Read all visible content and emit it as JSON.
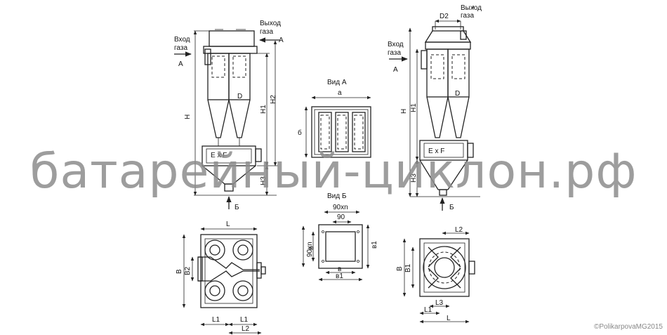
{
  "labels": {
    "gas_inlet": [
      "Вход",
      "газа"
    ],
    "gas_outlet": [
      "Выход",
      "газа"
    ],
    "arrow_a": "А",
    "arrow_b": "Б",
    "view_a": "Вид А",
    "view_b": "Вид Б",
    "dim_H": "Н",
    "dim_H1": "Н1",
    "dim_H2": "Н2",
    "dim_H3": "Н3",
    "dim_D": "D",
    "dim_D2": "D2",
    "dim_ExF": "E х F",
    "dim_a": "а",
    "dim_b6": "б",
    "dim_90xn": "90хn",
    "dim_90": "90",
    "dim_v": "в",
    "dim_v1": "в1",
    "dim_L": "L",
    "dim_L1": "L1",
    "dim_L2": "L2",
    "dim_L3": "L3",
    "dim_B": "В",
    "dim_B1": "В1",
    "dim_B2": "В2"
  },
  "watermark": "батарейный-циклон.рф",
  "copyright": "©PolikarpovaMG2015"
}
